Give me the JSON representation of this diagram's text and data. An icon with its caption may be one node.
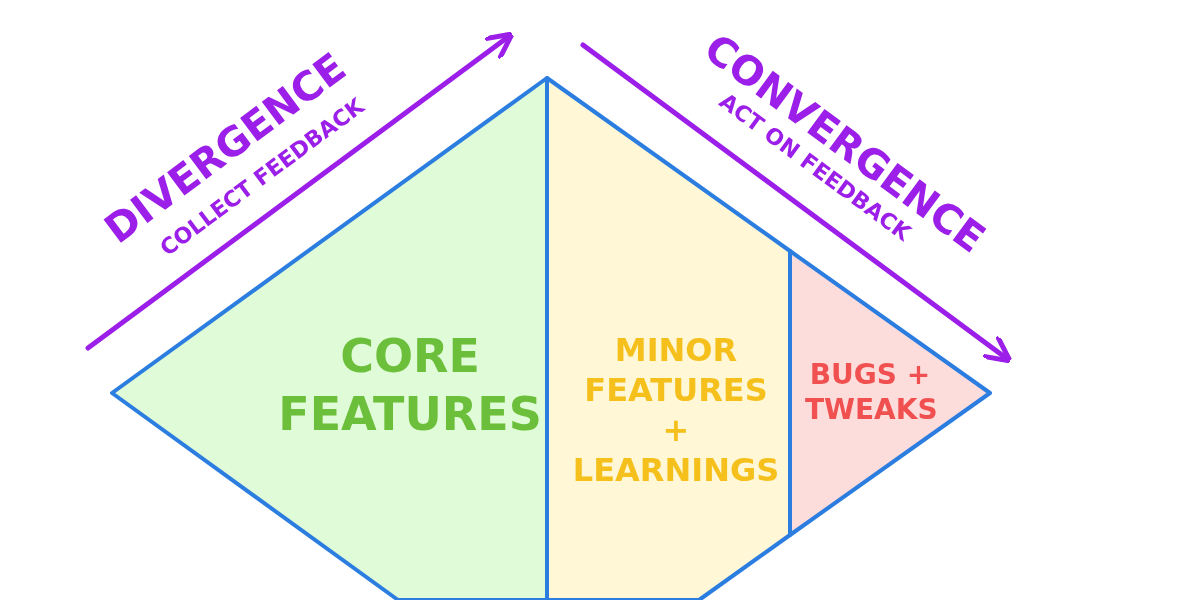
{
  "diagram": {
    "nodes": [
      {
        "text": [
          "CORE FEATURES"
        ]
      },
      {
        "text": [
          "MINOR FEATURES + LEARNINGS"
        ]
      },
      {
        "text": [
          "BUGS + TWEAKS"
        ]
      }
    ],
    "labels": [
      "DIVERGENCE",
      "COLLECT FEEDBACK",
      "CONVERGENCE",
      "ACT ON FEEDBACK"
    ]
  }
}
